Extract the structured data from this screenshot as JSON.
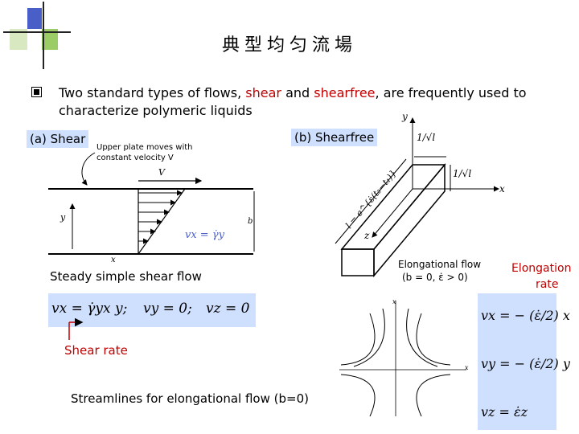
{
  "slide": {
    "title": "典型均匀流場",
    "bullet": {
      "before": "Two standard types of flows, ",
      "shear_word": "shear",
      "middle": " and ",
      "shearfree_word": "shearfree",
      "after": ", are frequently used to",
      "line2": "characterize polymeric liquids"
    },
    "tag_shear": "(a) Shear",
    "tag_shearfree": "(b) Shearfree",
    "label_steady": "Steady simple shear flow",
    "label_shear_rate": "Shear rate",
    "label_streamlines": "Streamlines for elongational flow (b=0)",
    "label_elongation": [
      "Elongation",
      "rate"
    ],
    "shear_diagram": {
      "upper_plate_note": [
        "Upper plate moves with",
        "constant velocity V"
      ],
      "V": "V",
      "b": "b",
      "x": "x",
      "y": "y",
      "vx_label": "vx = γ̇y"
    },
    "shearfree_diagram": {
      "axis_y": "y",
      "axis_x": "x",
      "axis_z": "z",
      "dim_top": "1/√l",
      "dim_side": "1/√l",
      "length_label": "l = e^{ε̇(t₂−t₁)}",
      "flow_caption": [
        "Elongational flow",
        "(b = 0, ε̇ > 0)"
      ]
    },
    "shear_equation": {
      "vx": "vx = γ̇yx y;",
      "vy": "vy = 0;",
      "vz": "vz = 0"
    },
    "elong_equations": [
      "vx = − (ε̇/2) x",
      "vy = − (ε̇/2) y",
      "vz = ε̇z"
    ],
    "colors": {
      "accent_red": "#c00000",
      "box_blue": "#cfe0ff",
      "logo_blue": "#4a5ec8",
      "logo_green": "#9ccc66"
    }
  }
}
